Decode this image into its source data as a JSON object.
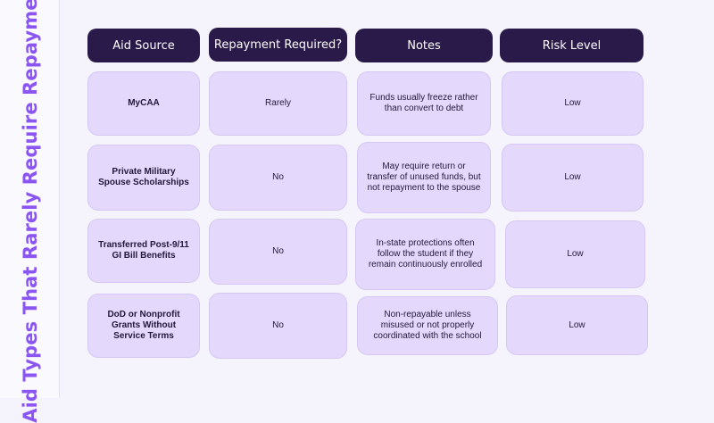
{
  "title": "Aid Types That Rarely Require Repayment",
  "headers": [
    "Aid Source",
    "Repayment Required?",
    "Notes",
    "Risk Level"
  ],
  "rows": [
    {
      "source": "MyCAA",
      "repayment": "Rarely",
      "notes": "Funds usually freeze rather than convert to debt",
      "risk": "Low"
    },
    {
      "source": "Private Military Spouse Scholarships",
      "repayment": "No",
      "notes": "May require return or transfer of unused funds, but not repayment to the spouse",
      "risk": "Low"
    },
    {
      "source": "Transferred Post-9/11 GI Bill Benefits",
      "repayment": "No",
      "notes": "In-state protections often follow the student if they remain continuously enrolled",
      "risk": "Low"
    },
    {
      "source": "DoD or Nonprofit Grants Without Service Terms",
      "repayment": "No",
      "notes": "Non-repayable unless misused or not properly coordinated with the school",
      "risk": "Low"
    }
  ],
  "colors": {
    "accent": "#8b55f2",
    "header_bg": "#2a1a4a",
    "cell_bg": "#e4d8fd"
  }
}
